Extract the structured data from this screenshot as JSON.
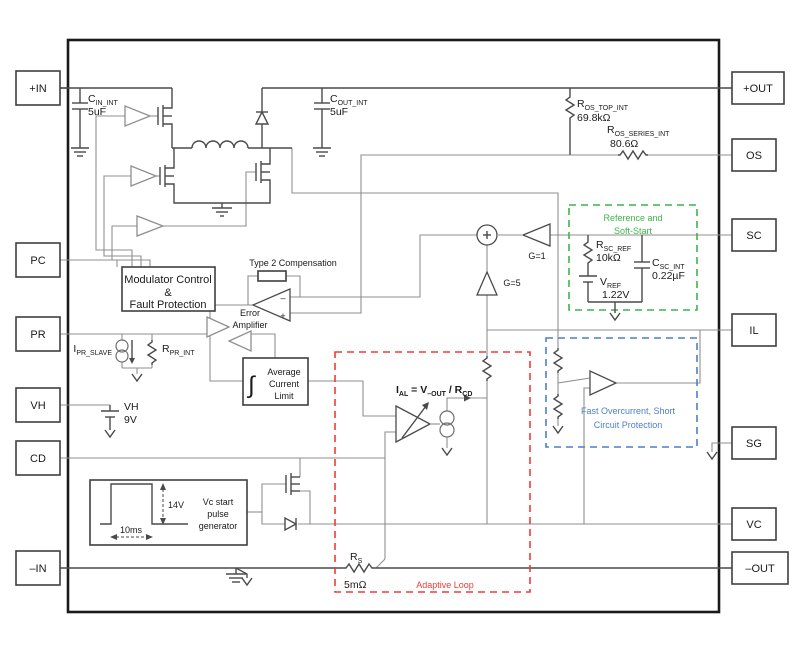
{
  "diagram": {
    "pins": {
      "left": [
        {
          "label": "+IN"
        },
        {
          "label": "PC"
        },
        {
          "label": "PR"
        },
        {
          "label": "VH"
        },
        {
          "label": "CD"
        },
        {
          "label": "–IN"
        }
      ],
      "right": [
        {
          "label": "+OUT"
        },
        {
          "label": "OS"
        },
        {
          "label": "SC"
        },
        {
          "label": "IL"
        },
        {
          "label": "SG"
        },
        {
          "label": "VC"
        },
        {
          "label": "–OUT"
        }
      ]
    },
    "components": {
      "c_in_int": {
        "sym": "C",
        "sub": "IN_INT",
        "value": "5uF"
      },
      "c_out_int": {
        "sym": "C",
        "sub": "OUT_INT",
        "value": "5uF"
      },
      "r_os_top_int": {
        "sym": "R",
        "sub": "OS_TOP_INT",
        "value": "69.8kΩ"
      },
      "r_os_series_int": {
        "sym": "R",
        "sub": "OS_SERIES_INT",
        "value": "80.6Ω"
      },
      "r_sc_ref": {
        "sym": "R",
        "sub": "SC_REF",
        "value": "10kΩ"
      },
      "c_sc_int": {
        "sym": "C",
        "sub": "SC_INT",
        "value": "0.22µF"
      },
      "v_ref": {
        "sym": "V",
        "sub": "REF",
        "value": "1.22V"
      },
      "i_pr_slave": {
        "sym": "I",
        "sub": "PR_SLAVE"
      },
      "r_pr_int": {
        "sym": "R",
        "sub": "PR_INT"
      },
      "vh_source": {
        "label": "VH",
        "value": "9V"
      },
      "r_s": {
        "sym": "R",
        "sub": "S",
        "value": "5mΩ"
      }
    },
    "blocks": {
      "modulator": {
        "lines": [
          "Modulator Control",
          "&",
          "Fault Protection"
        ]
      },
      "type2": {
        "label": "Type 2 Compensation"
      },
      "error_amp": {
        "lines": [
          "Error",
          "Amplifier"
        ],
        "minus": "–",
        "plus": "+"
      },
      "acl": {
        "symbol": "∫",
        "lines": [
          "Average",
          "Current",
          "Limit"
        ]
      },
      "reference": {
        "lines": [
          "Reference and",
          "Soft-Start"
        ],
        "color": "#3cb54a"
      },
      "fast_oc": {
        "lines": [
          "Fast Overcurrent, Short",
          "Circuit Protection"
        ],
        "color": "#4d7fc9"
      },
      "adaptive": {
        "label": "Adaptive Loop",
        "color": "#ef3b36",
        "formula": {
          "p1": "I",
          "s1": "AL",
          "p2": " = V",
          "s2": "–OUT",
          "p3": " / R",
          "s3": "CD"
        }
      },
      "pulse_gen": {
        "lines": [
          "Vc start",
          "pulse",
          "generator"
        ],
        "amplitude": "14V",
        "width": "10ms"
      },
      "gains": {
        "g1": "G=1",
        "g5": "G=5",
        "sum": "+"
      }
    }
  }
}
